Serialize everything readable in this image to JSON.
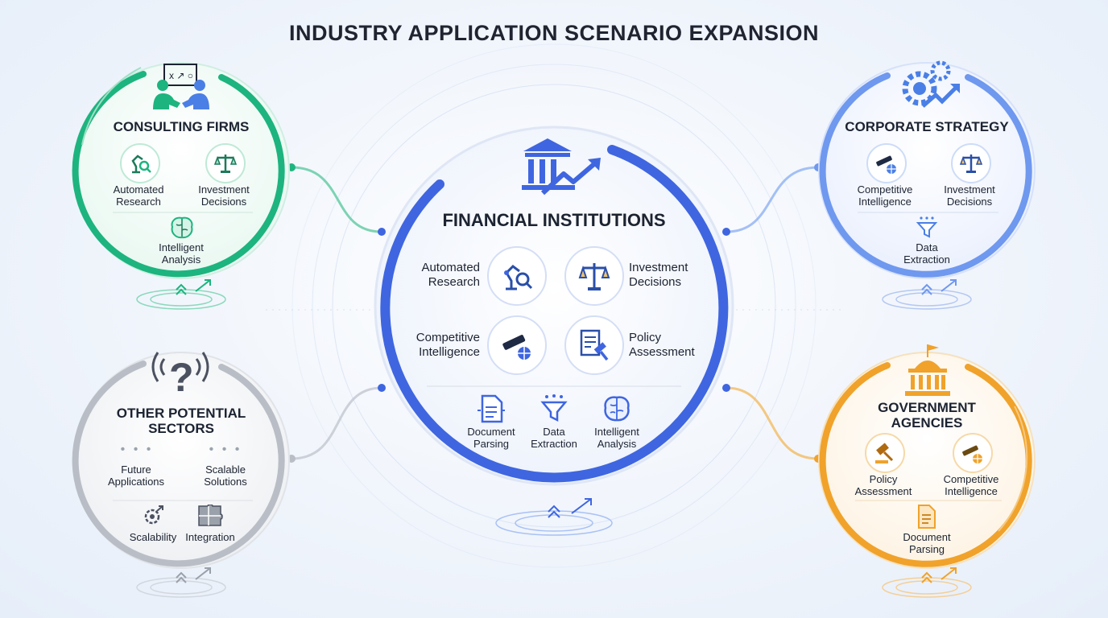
{
  "title": "INDUSTRY APPLICATION SCENARIO EXPANSION",
  "colors": {
    "consulting": "#1db47f",
    "center": "#3f66e0",
    "corporate": "#6f98ef",
    "government": "#f0a22a",
    "other": "#b9bec6"
  },
  "center": {
    "title": "FINANCIAL INSTITUTIONS",
    "items": [
      {
        "line1": "Automated",
        "line2": "Research",
        "icon": "robot-arm-magnifier-icon"
      },
      {
        "line1": "Investment",
        "line2": "Decisions",
        "icon": "scale-icon"
      },
      {
        "line1": "Competitive",
        "line2": "Intelligence",
        "icon": "telescope-globe-icon"
      },
      {
        "line1": "Policy",
        "line2": "Assessment",
        "icon": "document-gavel-icon"
      }
    ],
    "bottom": [
      {
        "line1": "Document",
        "line2": "Parsing",
        "icon": "document-icon"
      },
      {
        "line1": "Data",
        "line2": "Extraction",
        "icon": "funnel-icon"
      },
      {
        "line1": "Intelligent",
        "line2": "Analysis",
        "icon": "brain-icon"
      }
    ]
  },
  "consulting": {
    "title": "CONSULTING FIRMS",
    "items": [
      {
        "line1": "Automated",
        "line2": "Research",
        "icon": "robot-arm-icon"
      },
      {
        "line1": "Investment",
        "line2": "Decisions",
        "icon": "scale-icon"
      }
    ],
    "bottom": {
      "line1": "Intelligent",
      "line2": "Analysis",
      "icon": "brain-icon"
    }
  },
  "corporate": {
    "title": "CORPORATE STRATEGY",
    "items": [
      {
        "line1": "Competitive",
        "line2": "Intelligence",
        "icon": "telescope-icon"
      },
      {
        "line1": "Investment",
        "line2": "Decisions",
        "icon": "scale-icon"
      }
    ],
    "bottom": {
      "line1": "Data",
      "line2": "Extraction",
      "icon": "funnel-icon"
    }
  },
  "government": {
    "title_line1": "GOVERNMENT",
    "title_line2": "AGENCIES",
    "items": [
      {
        "line1": "Policy",
        "line2": "Assessment",
        "icon": "gavel-icon"
      },
      {
        "line1": "Competitive",
        "line2": "Intelligence",
        "icon": "telescope-icon"
      }
    ],
    "bottom": {
      "line1": "Document",
      "line2": "Parsing",
      "icon": "document-icon"
    }
  },
  "other": {
    "title_line1": "OTHER POTENTIAL",
    "title_line2": "SECTORS",
    "items": [
      {
        "line1": "Future",
        "line2": "Applications"
      },
      {
        "line1": "Scalable",
        "line2": "Solutions"
      }
    ],
    "bottom": [
      {
        "label": "Scalability",
        "icon": "scalability-icon"
      },
      {
        "label": "Integration",
        "icon": "puzzle-icon"
      }
    ]
  }
}
